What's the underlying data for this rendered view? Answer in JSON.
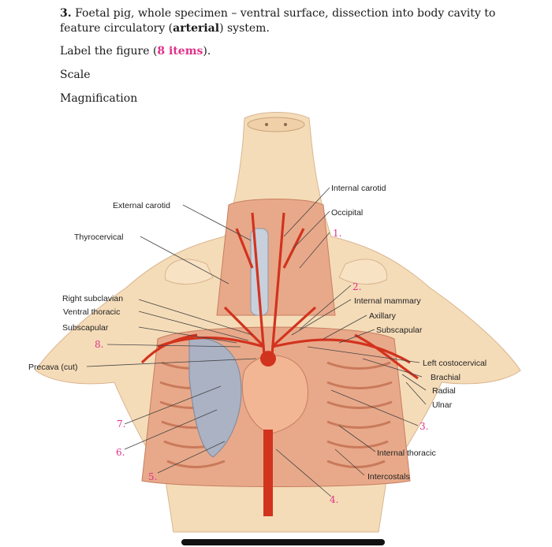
{
  "question": {
    "number": "3.",
    "text_a": "Foetal pig, whole specimen – ventral surface, dissection into body cavity to feature circulatory (",
    "text_bold": "arterial",
    "text_b": ") system.",
    "label_prefix": "Label the figure (",
    "label_count": "8 items",
    "label_suffix": ").",
    "scale": "Scale",
    "magnification": "Magnification"
  },
  "figure": {
    "labels": {
      "internal_carotid": "Internal carotid",
      "external_carotid": "External carotid",
      "occipital": "Occipital",
      "thyrocervical": "Thyrocervical",
      "right_subclavian": "Right subclavian",
      "ventral_thoracic": "Ventral thoracic",
      "subscapular_left": "Subscapular",
      "internal_mammary": "Internal mammary",
      "axillary": "Axillary",
      "subscapular_right": "Subscapular",
      "precava": "Precava (cut)",
      "left_costocervical": "Left costocervical",
      "brachial": "Brachial",
      "radial": "Radial",
      "ulnar": "Ulnar",
      "internal_thoracic": "Internal thoracic",
      "intercostals": "Intercostals"
    },
    "numbers": {
      "n1": "1.",
      "n2": "2.",
      "n3": "3.",
      "n4": "4.",
      "n5": "5.",
      "n6": "6.",
      "n7": "7.",
      "n8": "8."
    },
    "colors": {
      "skin": "#f5dcb8",
      "muscle": "#e8a98a",
      "artery": "#d2331e",
      "lung": "#aab2c4",
      "heart": "#f2b694",
      "accent": "#e0308a"
    }
  }
}
